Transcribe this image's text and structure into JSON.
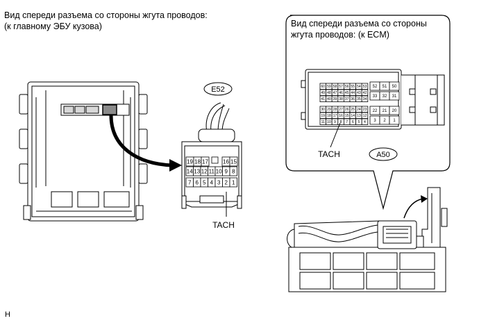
{
  "left_caption": {
    "line1": "Вид спереди разъема со стороны жгута проводов:",
    "line2": "(к главному ЭБУ кузова)"
  },
  "right_caption": {
    "line1": "Вид спереди разъема со стороны",
    "line2": "жгута проводов: (к ECM)"
  },
  "e52": {
    "label": "E52",
    "row1": [
      "19",
      "18",
      "17",
      "",
      "16",
      "15"
    ],
    "row2": [
      "14",
      "13",
      "12",
      "11",
      "10",
      "9",
      "8"
    ],
    "row3": [
      "7",
      "6",
      "5",
      "4",
      "3",
      "2",
      "1"
    ],
    "tach_label": "TACH"
  },
  "a50": {
    "label": "A50",
    "tach_label": "TACH",
    "top_row1": [
      "60",
      "59",
      "58",
      "57",
      "56",
      "55",
      "54",
      "53"
    ],
    "top_row2": [
      "49",
      "48",
      "47",
      "46",
      "45",
      "44",
      "43",
      "42"
    ],
    "top_row3": [
      "41",
      "40",
      "39",
      "38",
      "37",
      "36",
      "35",
      "34"
    ],
    "top_right_row1": [
      "52",
      "51",
      "50"
    ],
    "top_right_row2": [
      "33",
      "32",
      "31"
    ],
    "bot_row1": [
      "30",
      "29",
      "28",
      "27",
      "26",
      "25",
      "24",
      "23"
    ],
    "bot_row2": [
      "19",
      "18",
      "17",
      "16",
      "15",
      "14",
      "13",
      "12"
    ],
    "bot_row3": [
      "11",
      "10",
      "9",
      "8",
      "7",
      "6",
      "5",
      "4"
    ],
    "bot_right_row1": [
      "22",
      "21",
      "20"
    ],
    "bot_right_row2": [
      "3",
      "2",
      "1"
    ]
  },
  "corner_mark": "H"
}
